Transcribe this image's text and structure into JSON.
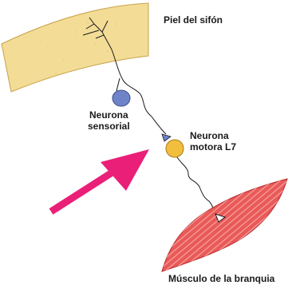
{
  "labels": {
    "skin": "Piel del sifón",
    "sensory_neuron": [
      "Neurona",
      "sensorial"
    ],
    "motor_neuron": [
      "Neurona",
      "motora L7"
    ],
    "gill_muscle": "Músculo de la branquia"
  },
  "colors": {
    "skin_fill": "#f3dc96",
    "skin_stroke": "#c9a34a",
    "sensory_neuron": "#6f83c9",
    "motor_neuron": "#f2be3d",
    "muscle_fill": "#e85a58",
    "muscle_stroke": "#b82c2c",
    "arrow": "#ea1f78",
    "nerve": "#1a1a1a"
  }
}
